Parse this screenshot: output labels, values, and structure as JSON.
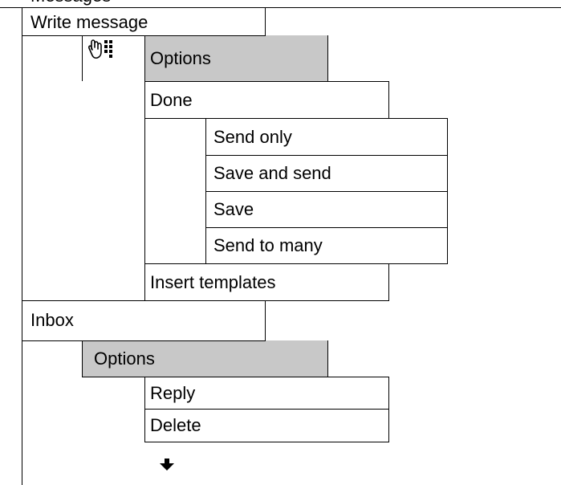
{
  "menu": {
    "section_top_label": "Messages",
    "write_message": "Write message",
    "options_1": "Options",
    "done": "Done",
    "send_only": "Send only",
    "save_and_send": "Save and send",
    "save": "Save",
    "send_to_many": "Send to many",
    "insert_templates": "Insert templates",
    "inbox": "Inbox",
    "options_2": "Options",
    "reply": "Reply",
    "delete": "Delete"
  },
  "icons": {
    "keypad": "keypad-icon",
    "scroll_down": "down-arrow-icon"
  },
  "colors": {
    "highlight": "#c8c8c8"
  }
}
